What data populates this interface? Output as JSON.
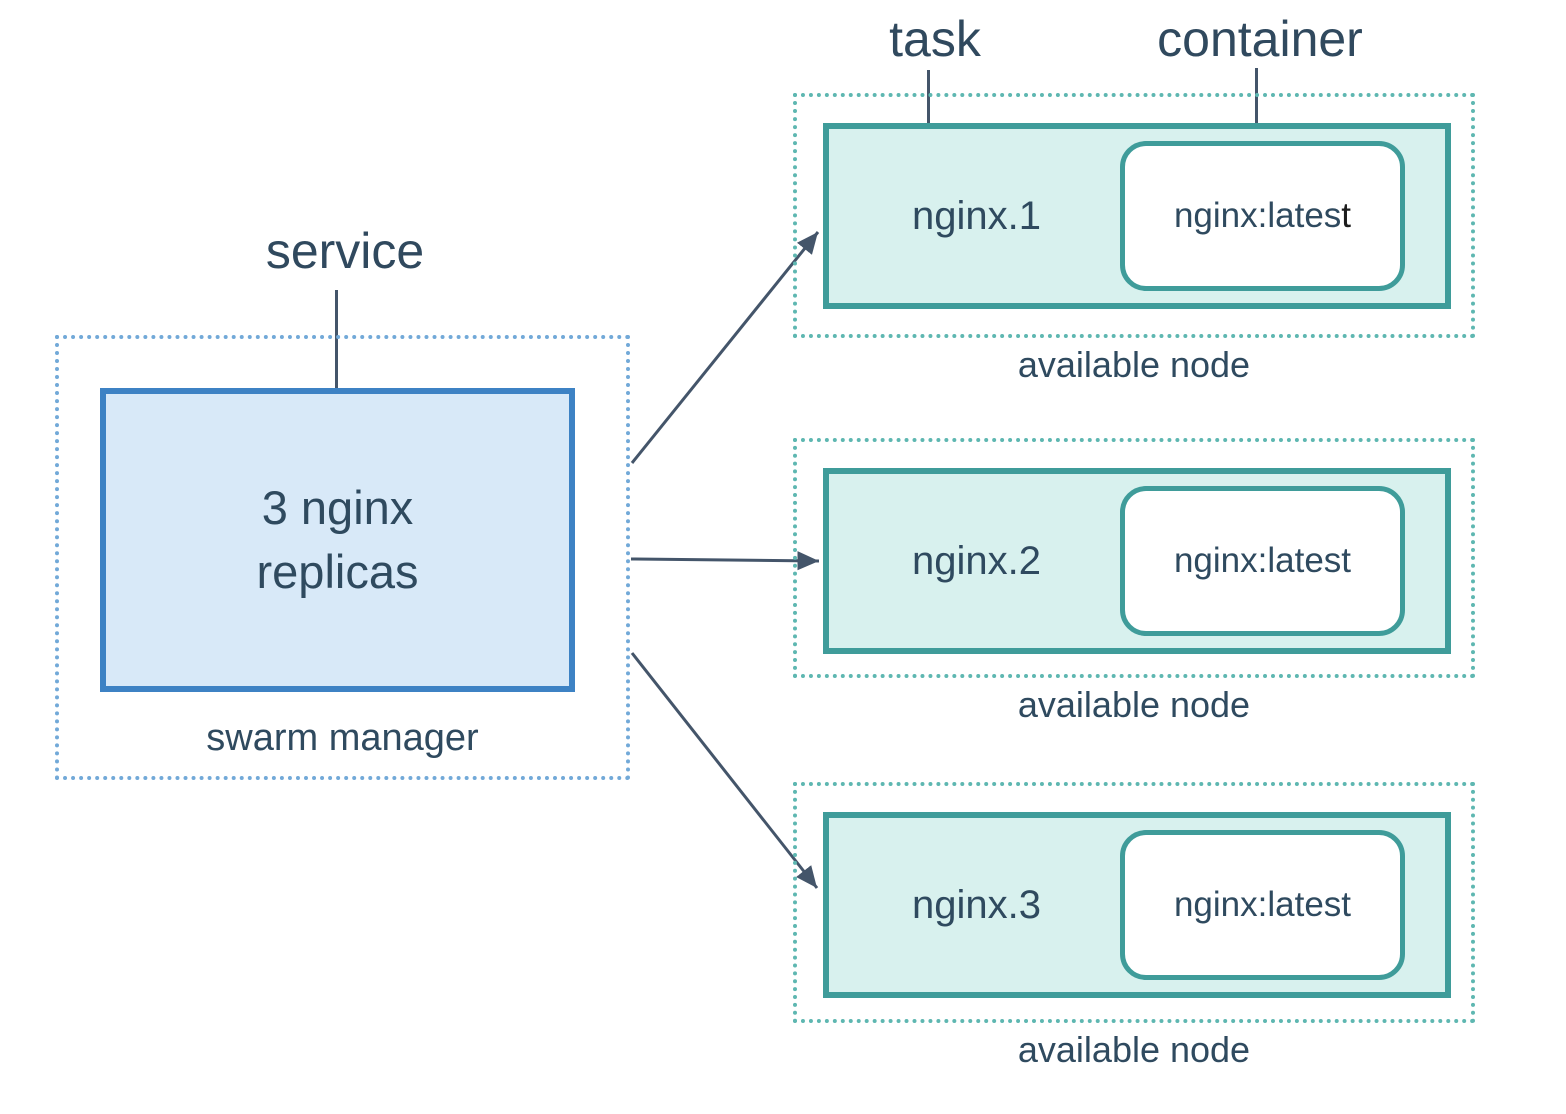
{
  "labels": {
    "service": "service",
    "task": "task",
    "container": "container"
  },
  "manager": {
    "service_box": {
      "line1": "3 nginx",
      "line2": "replicas"
    },
    "caption": "swarm manager"
  },
  "nodes": [
    {
      "task_name": "nginx.1",
      "image": "nginx:lates",
      "image_tail": "t",
      "caption": "available node"
    },
    {
      "task_name": "nginx.2",
      "image": "nginx:latest",
      "image_tail": "",
      "caption": "available node"
    },
    {
      "task_name": "nginx.3",
      "image": "nginx:latest",
      "image_tail": "",
      "caption": "available node"
    }
  ],
  "colors": {
    "text_navy": "#2f4a5f",
    "blue_border": "#3d82c4",
    "blue_fill": "#d8e9f8",
    "blue_dotted": "#72a9d8",
    "teal_border": "#3f9c9a",
    "teal_fill": "#d8f1ee",
    "teal_dotted": "#5eb7b1",
    "container_fill": "#ffffff",
    "arrow": "#44556a",
    "image_tail_black": "#1c1c1c"
  }
}
